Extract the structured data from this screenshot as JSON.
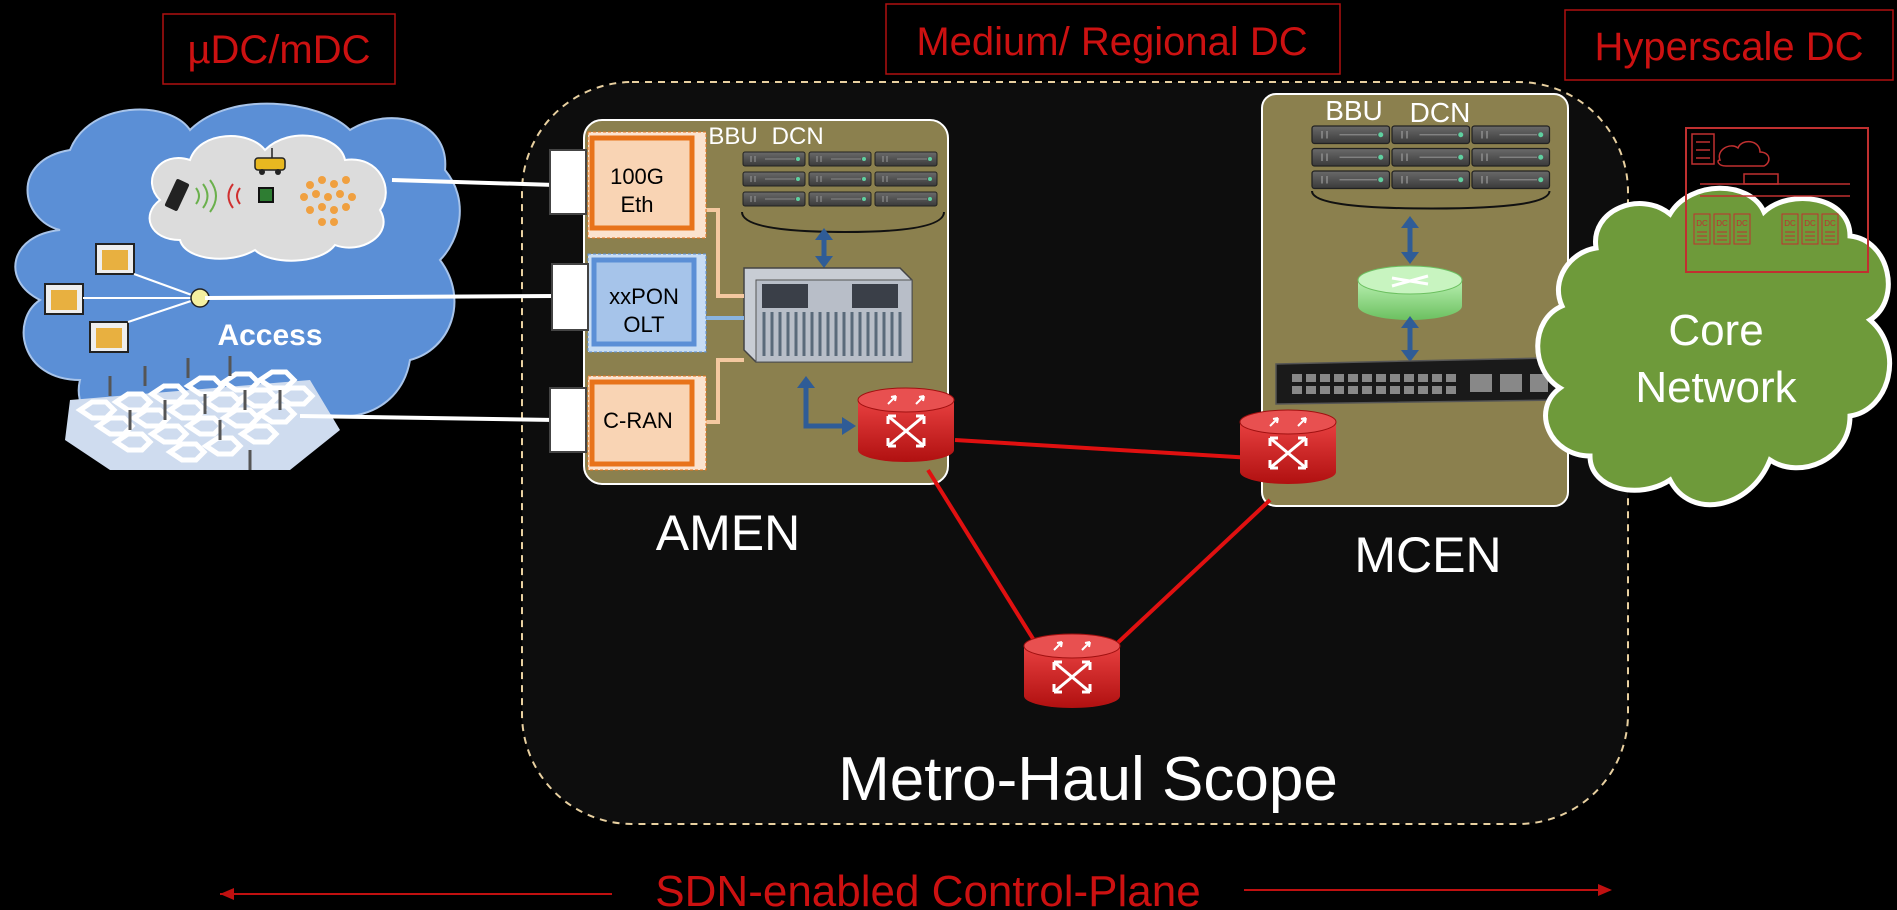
{
  "titles": {
    "mdc": "µDC/mDC",
    "regional": "Medium/ Regional DC",
    "hyperscale": "Hyperscale DC"
  },
  "access": {
    "label": "Access"
  },
  "amen": {
    "label": "AMEN",
    "bbu": "BBU",
    "dcn": "DCN",
    "ports": [
      {
        "line1": "100G",
        "line2": "Eth"
      },
      {
        "line1": "xxPON",
        "line2": "OLT"
      },
      {
        "line1": "C-RAN",
        "line2": ""
      }
    ]
  },
  "mcen": {
    "label": "MCEN",
    "bbu": "BBU",
    "dcn": "DCN"
  },
  "core": {
    "line1": "Core",
    "line2": "Network",
    "dc_label": "DC"
  },
  "metro_scope": "Metro-Haul Scope",
  "control_plane": "SDN-enabled Control-Plane",
  "colors": {
    "red_text": "#cc1111",
    "amen_box": "#8b804e",
    "access_cloud": "#5b8fd6",
    "core_cloud": "#6e9a3a",
    "router_red": "#d42020",
    "link_red": "#e01010",
    "port_orange": "#e8731a",
    "pon_blue": "#5b8fd6"
  }
}
